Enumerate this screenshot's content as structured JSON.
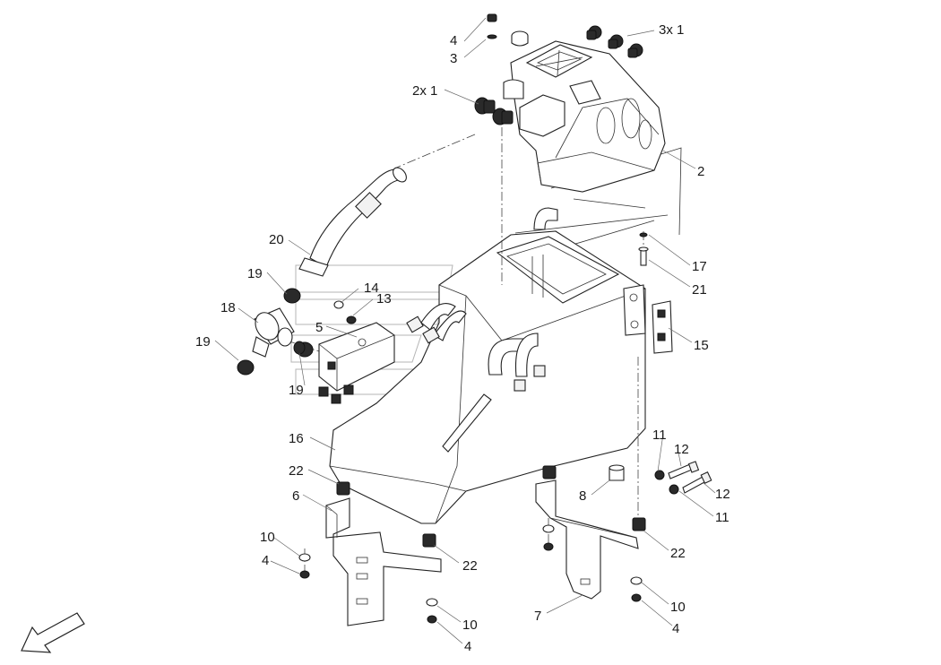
{
  "callouts": {
    "c4_top": "4",
    "c3_top": "3",
    "c3x1": "3x 1",
    "c2x1": "2x 1",
    "c2": "2",
    "c20": "20",
    "c17": "17",
    "c21": "21",
    "c19_upper": "19",
    "c14": "14",
    "c13": "13",
    "c18": "18",
    "c5": "5",
    "c15": "15",
    "c19_left": "19",
    "c19_lower": "19",
    "c16": "16",
    "c11_upper": "11",
    "c12_upper": "12",
    "c22_left": "22",
    "c8": "8",
    "c12_lower": "12",
    "c6": "6",
    "c11_lower": "11",
    "c10_left": "10",
    "c22_mid": "22",
    "c22_right": "22",
    "c4_left": "4",
    "c10_right": "10",
    "c10_mid": "10",
    "c7": "7",
    "c4_right": "4",
    "c4_mid": "4"
  },
  "icons": {
    "direction": "front-direction-arrow-icon"
  }
}
